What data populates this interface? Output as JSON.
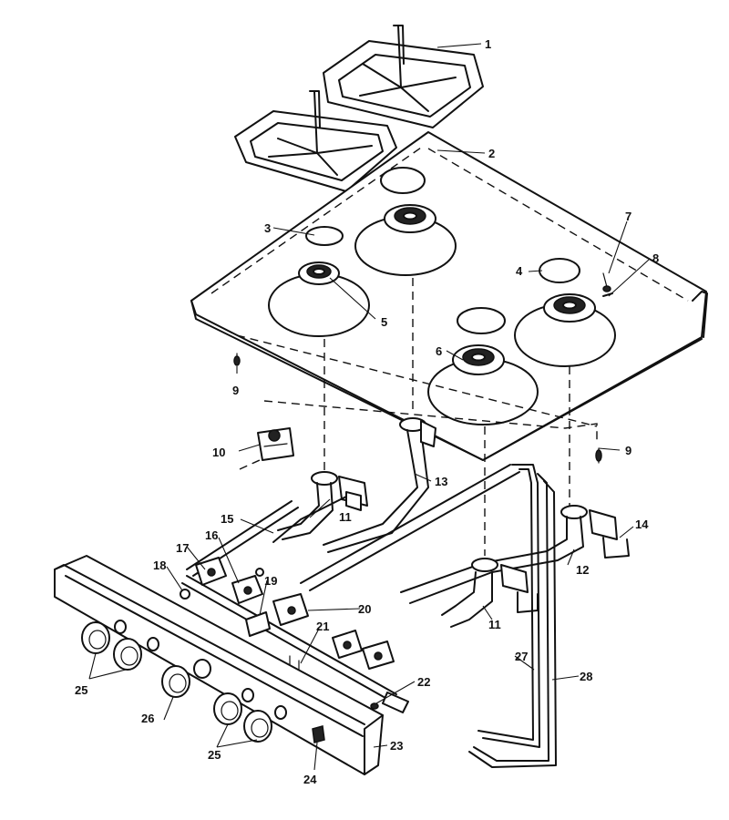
{
  "header_fragment": "",
  "callouts": [
    {
      "id": "c1",
      "label": "1"
    },
    {
      "id": "c2",
      "label": "2"
    },
    {
      "id": "c3",
      "label": "3"
    },
    {
      "id": "c4",
      "label": "4"
    },
    {
      "id": "c5",
      "label": "5"
    },
    {
      "id": "c6",
      "label": "6"
    },
    {
      "id": "c7",
      "label": "7"
    },
    {
      "id": "c8",
      "label": "8"
    },
    {
      "id": "c9a",
      "label": "9"
    },
    {
      "id": "c9b",
      "label": "9"
    },
    {
      "id": "c10",
      "label": "10"
    },
    {
      "id": "c11a",
      "label": "11"
    },
    {
      "id": "c11b",
      "label": "11"
    },
    {
      "id": "c12",
      "label": "12"
    },
    {
      "id": "c13",
      "label": "13"
    },
    {
      "id": "c14",
      "label": "14"
    },
    {
      "id": "c15",
      "label": "15"
    },
    {
      "id": "c16",
      "label": "16"
    },
    {
      "id": "c17",
      "label": "17"
    },
    {
      "id": "c18",
      "label": "18"
    },
    {
      "id": "c19",
      "label": "19"
    },
    {
      "id": "c20",
      "label": "20"
    },
    {
      "id": "c21",
      "label": "21"
    },
    {
      "id": "c22",
      "label": "22"
    },
    {
      "id": "c23",
      "label": "23"
    },
    {
      "id": "c24",
      "label": "24"
    },
    {
      "id": "c25a",
      "label": "25"
    },
    {
      "id": "c25b",
      "label": "25"
    },
    {
      "id": "c26",
      "label": "26"
    },
    {
      "id": "c27",
      "label": "27"
    },
    {
      "id": "c28",
      "label": "28"
    }
  ]
}
